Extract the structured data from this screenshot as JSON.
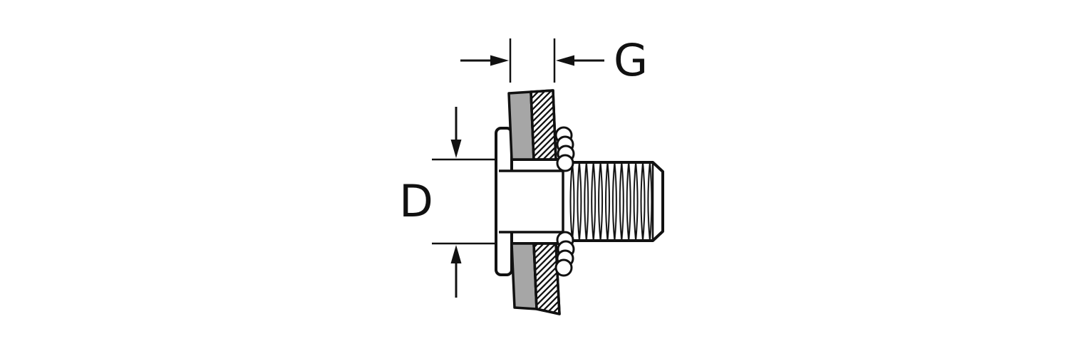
{
  "diagram": {
    "type": "technical-cross-section",
    "subject": "blind rivet stud installed through two sheets",
    "labels": {
      "grip_dimension": "G",
      "diameter_dimension": "D"
    },
    "colors": {
      "background": "#ffffff",
      "line": "#111111",
      "sheet_gray": "#a6a6a6"
    }
  }
}
